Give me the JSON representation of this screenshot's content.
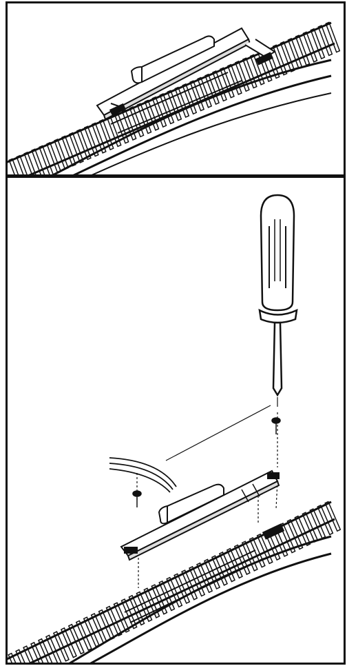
{
  "figure": {
    "panels": [
      {
        "id": "top",
        "content": "switch-machine-mounted-on-turnout"
      },
      {
        "id": "bottom",
        "content": "switch-machine-installation-with-screwdriver"
      }
    ],
    "colors": {
      "line": "#111111",
      "background": "#ffffff",
      "fill_gray": "#dddddd"
    },
    "icons": [
      "screwdriver-icon",
      "screw-icon",
      "switch-machine-icon",
      "turnout-track-icon",
      "wire-leads-icon"
    ]
  }
}
